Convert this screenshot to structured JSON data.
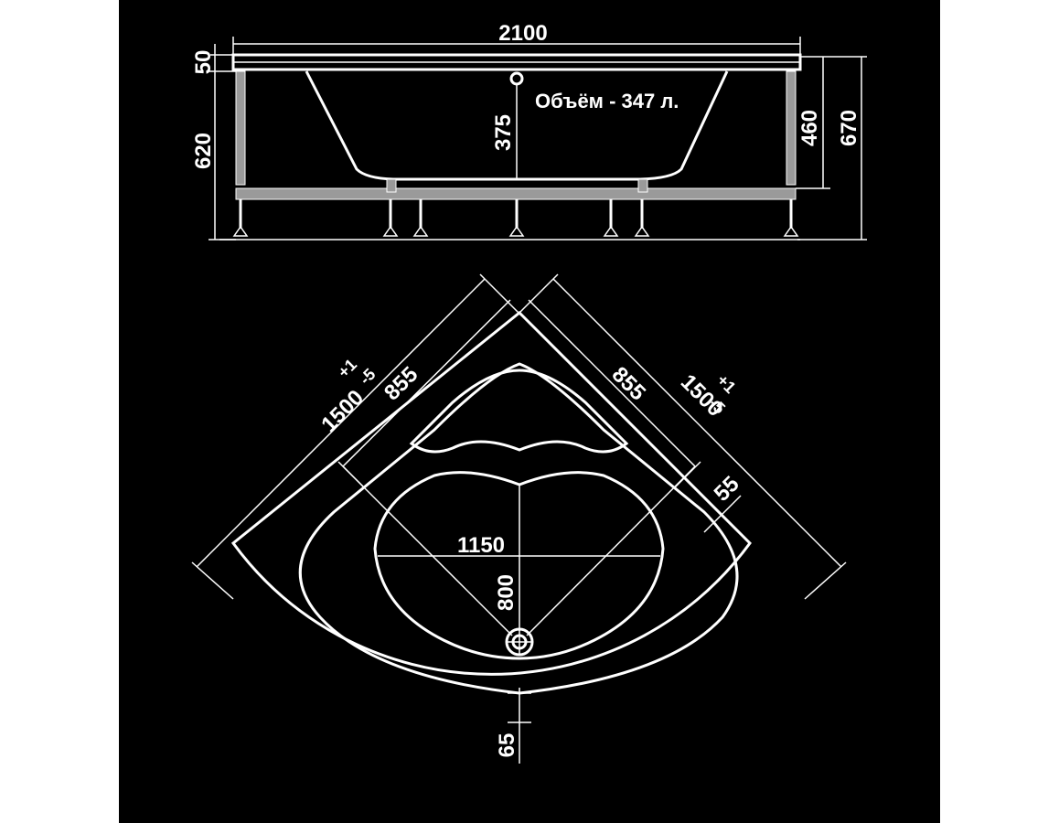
{
  "side_view": {
    "length": "2100",
    "rim": "50",
    "total_height_left": "620",
    "depth": "375",
    "inner_height": "460",
    "total_height_right": "670",
    "volume": "Объём - 347 л."
  },
  "top_view": {
    "side_outer_left": "1500",
    "side_outer_left_tol_plus": "+1",
    "side_outer_left_tol_minus": "-5",
    "side_inner_left": "855",
    "side_inner_right": "855",
    "side_outer_right": "1500",
    "side_outer_right_tol_plus": "+1",
    "side_outer_right_tol_minus": "-5",
    "rim_offset": "55",
    "bowl_width": "1150",
    "bowl_depth": "800",
    "front_rim": "65"
  },
  "colors": {
    "background": "#000000",
    "lines": "#ffffff",
    "frame": "#9a9a9a"
  }
}
